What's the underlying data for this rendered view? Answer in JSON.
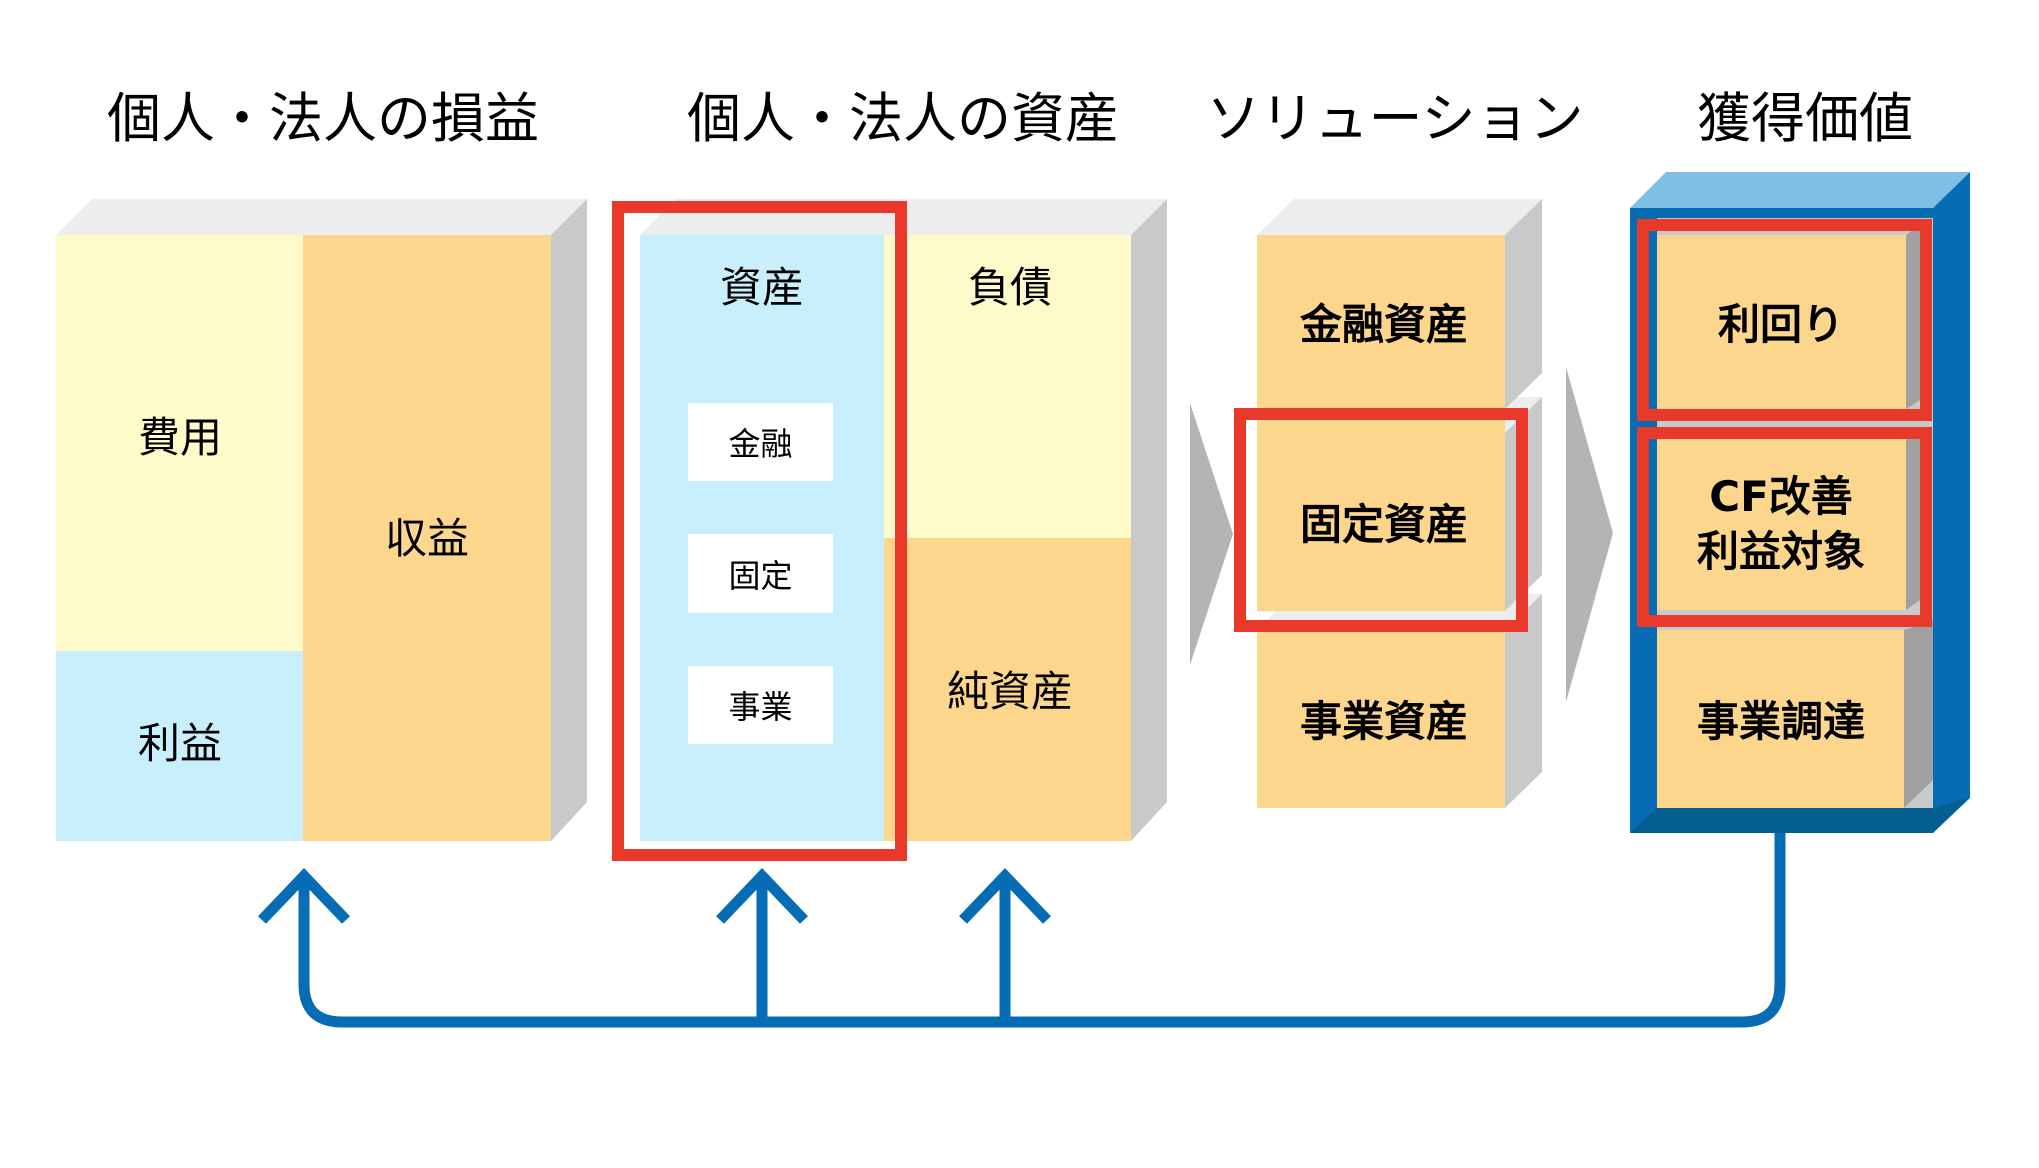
{
  "colors": {
    "yellow": "#FFFACA",
    "orange": "#FDD68E",
    "blue_light": "#C9EFFC",
    "top_face": "#EDEDED",
    "side_face": "#C8C9CA",
    "side_dark": "#A0A0A0",
    "highlight_red": "#E8392A",
    "cabinet_blue": "#066CB4",
    "cabinet_top": "#80BFE4",
    "cabinet_bottom": "#055E90",
    "arrow_gray": "#B4B4B4",
    "feedback_blue": "#066CB4"
  },
  "columns": [
    {
      "title": "個人・法人の損益"
    },
    {
      "title": "個人・法人の資産"
    },
    {
      "title": "ソリューション"
    },
    {
      "title": "獲得価値"
    }
  ],
  "profit_loss": {
    "expense": "費用",
    "profit": "利益",
    "revenue": "収益"
  },
  "balance_sheet": {
    "assets": "資産",
    "asset_items": [
      "金融",
      "固定",
      "事業"
    ],
    "liabilities": "負債",
    "net_assets": "純資産"
  },
  "solutions": {
    "items": [
      "金融資産",
      "固定資産",
      "事業資産"
    ],
    "highlighted_index": 1
  },
  "value": {
    "items": [
      {
        "lines": [
          "利回り"
        ],
        "highlighted": true
      },
      {
        "lines": [
          "CF改善",
          "利益対象"
        ],
        "highlighted": true
      },
      {
        "lines": [
          "事業調達"
        ],
        "highlighted": false
      }
    ]
  }
}
